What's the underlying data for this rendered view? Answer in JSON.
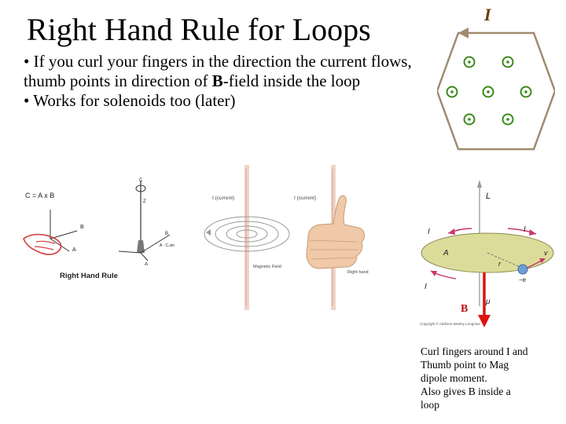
{
  "slide": {
    "title": "Right Hand Rule for Loops",
    "bullets": [
      {
        "text_before": "• If you curl your fingers in the direction the current flows, thumb points in direction of ",
        "bold": "B",
        "text_after": "-field inside the loop"
      },
      {
        "text_before": "• Works for solenoids too (later)",
        "bold": "",
        "text_after": ""
      }
    ],
    "caption_lines": [
      "Curl fingers around I and",
      "Thumb point to Mag",
      "dipole moment.",
      "Also gives B inside a",
      "loop"
    ]
  },
  "hexagon_diagram": {
    "current_label": "I",
    "field_symbol_count": 7,
    "outline_color": "#a08b6e",
    "symbol_color": "#3a8a1a"
  },
  "rhr_figure": {
    "equation": "C = A x B",
    "caption": "Right Hand Rule",
    "labels": {
      "b": "B",
      "a": "A",
      "c_top": "C",
      "z": "Z",
      "b_axis": "B",
      "a_axis": "A",
      "c_note": "A - C.sin"
    }
  },
  "ring_figure": {
    "current_left": "I (current)",
    "current_right": "I (current)",
    "field_label": "Magnetic Field",
    "hand_label": "Right hand"
  },
  "disk_figure": {
    "L_label": "L",
    "I_top_left": "I",
    "I_top_right": "I",
    "A_label": "A",
    "r_label": "r",
    "v_label": "v",
    "e_label": "−e",
    "I_bottom": "I",
    "mu_label": "μ",
    "B_label": "B",
    "copyright": "Copyright © Addison Wesley Longman",
    "field_arrow_color": "#dd1111"
  }
}
